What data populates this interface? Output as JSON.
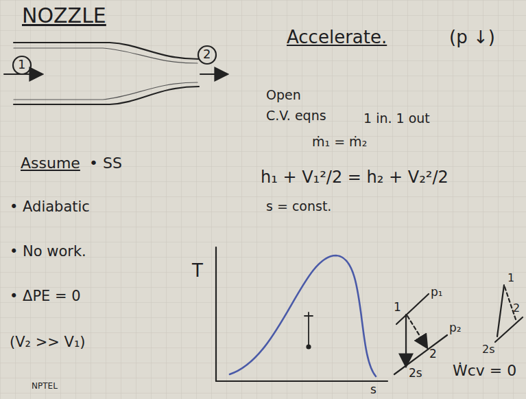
{
  "diagram": {
    "title": "NOZZLE",
    "labels": [
      "Accelerate.",
      "(p ↓)",
      "1",
      "2",
      "Open",
      "C.V. eqns",
      "1 in. 1 out",
      "ṁ₁ = ṁ₂",
      "Assume",
      "• SS",
      "• Adiabatic",
      "• No work.",
      "• ΔPE = 0",
      "(V₂ >> V₁)",
      "h₁ + V₁²/2 = h₂ + V₂²/2",
      "s = const.",
      "T",
      "s",
      "1",
      "p₁",
      "2",
      "p₂",
      "2s",
      "1",
      "2",
      "2s",
      "Ẇcv = 0",
      "NPTEL"
    ]
  }
}
